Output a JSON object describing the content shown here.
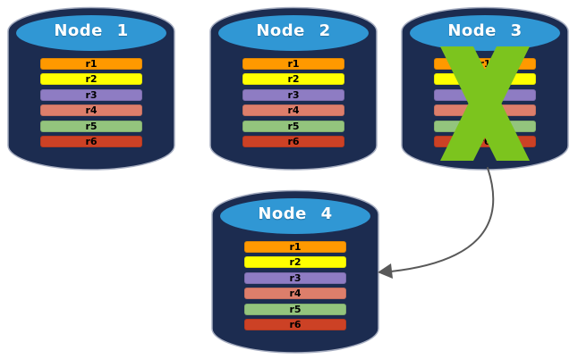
{
  "diagram": {
    "nodes": [
      {
        "label": "Node 1"
      },
      {
        "label": "Node 2"
      },
      {
        "label": "Node 3",
        "failed": true
      },
      {
        "label": "Node 4"
      }
    ],
    "replicas": [
      {
        "label": "r1",
        "color": "#ff9900"
      },
      {
        "label": "r2",
        "color": "#ffff00"
      },
      {
        "label": "r3",
        "color": "#8e7cc3"
      },
      {
        "label": "r4",
        "color": "#dd7e6b"
      },
      {
        "label": "r5",
        "color": "#93c47d"
      },
      {
        "label": "r6",
        "color": "#cc4125"
      }
    ],
    "colors": {
      "cylinder_body": "#1c2c50",
      "cylinder_outline": "#a7aec1",
      "cylinder_top": "#3097d4",
      "node_label_text": "#ffffff",
      "replica_label_text": "#000000",
      "failure_x": "#7cc41e",
      "arrow": "#595959"
    },
    "arrow": {
      "from": "Node 3",
      "to": "Node 4"
    }
  }
}
